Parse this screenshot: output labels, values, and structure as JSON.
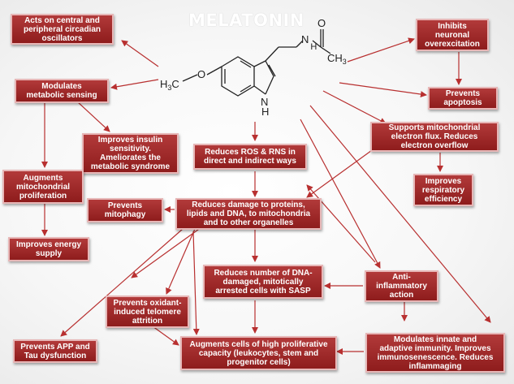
{
  "title": "MELATONIN",
  "molecule": {
    "methoxy_h": "H",
    "methoxy_sub": "3",
    "methoxy_c": "C",
    "oxygen": "O",
    "amide_n": "N",
    "amide_h": "H",
    "carbonyl_o": "O",
    "methyl_ch": "CH",
    "methyl_sub": "3",
    "ring_n": "N",
    "ring_h": "H"
  },
  "boxes": {
    "acts_oscillators": "Acts on central and\nperipheral circadian\noscillators",
    "modulates_metabolic": "Modulates\nmetabolic sensing",
    "improves_insulin": "Improves insulin\nsensitivity.\nAmeliorates the\nmetabolic syndrome",
    "augments_mito_prolif": "Augments\nmitochondrial\nproliferation",
    "improves_energy": "Improves energy\nsupply",
    "prevents_mitophagy": "Prevents\nmitophagy",
    "reduces_ros": "Reduces ROS & RNS in\ndirect and indirect ways",
    "reduces_damage": "Reduces damage to proteins,\nlipids and DNA, to mitochondria\nand  to other organelles",
    "inhibits_overexcitation": "Inhibits\nneuronal\noverexcitation",
    "prevents_apoptosis": "Prevents\napoptosis",
    "supports_electron": "Supports mitochondrial\nelectron flux. Reduces\nelectron overflow",
    "improves_respiratory": "Improves\nrespiratory\nefficiency",
    "reduces_dna_damaged": "Reduces number of DNA-\ndamaged, mitotically\narrested cells with SASP",
    "anti_inflammatory": "Anti-\ninflammatory\naction",
    "prevents_telomere": "Prevents oxidant-\ninduced telomere\nattrition",
    "prevents_app_tau": "Prevents APP and\nTau dysfunction",
    "augments_proliferative": "Augments cells of high proliferative\ncapacity (leukocytes, stem and\nprogenitor cells)",
    "modulates_immunity": "Modulates innate and\nadaptive immunity. Improves\nimmunosenescence. Reduces\ninflammaging"
  },
  "colors": {
    "box_fill": "#9e2a2a",
    "box_border": "#e7b7b7",
    "arrow": "#b83030",
    "title": "#ffffff"
  }
}
